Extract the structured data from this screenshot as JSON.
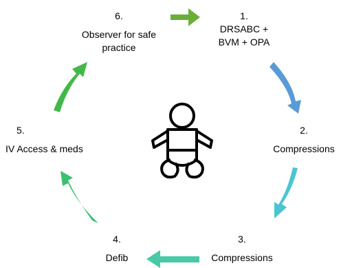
{
  "steps": [
    {
      "number": "1.",
      "label": "DRSABC + BVM + OPA"
    },
    {
      "number": "2.",
      "label": "Compressions"
    },
    {
      "number": "3.",
      "label": "Compressions"
    },
    {
      "number": "4.",
      "label": "Defib"
    },
    {
      "number": "5.",
      "label": "IV Access & meds"
    },
    {
      "number": "6.",
      "label": "Observer for safe practice"
    }
  ],
  "colors": {
    "arrow_1_to_2": "#5b9bd5",
    "arrow_2_to_3": "#4bc5d1",
    "arrow_3_to_4": "#4ac9a8",
    "arrow_4_to_5": "#3cbf73",
    "arrow_5_to_6": "#43b84a",
    "arrow_6_to_1": "#6aae3a"
  },
  "center_icon": "baby-icon"
}
